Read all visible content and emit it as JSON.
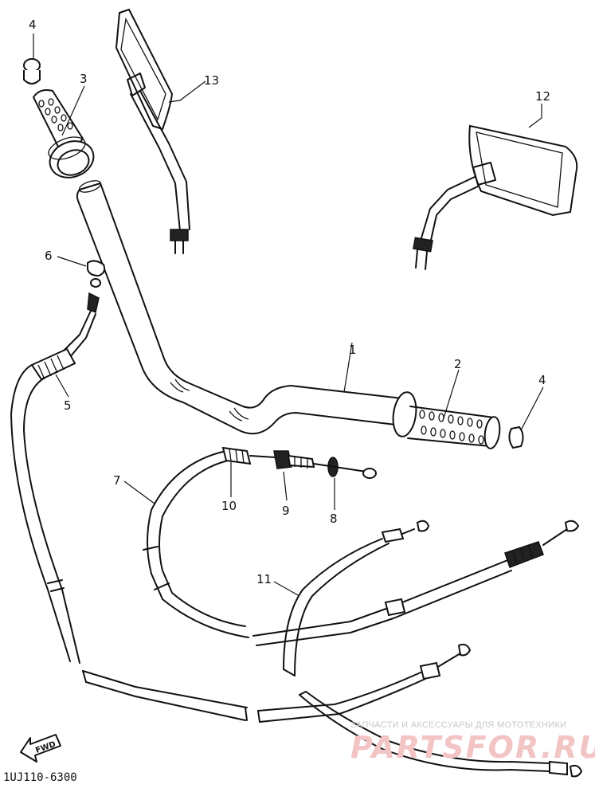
{
  "diagram": {
    "callouts": [
      {
        "id": "c1",
        "text": "1"
      },
      {
        "id": "c2",
        "text": "2"
      },
      {
        "id": "c3",
        "text": "3"
      },
      {
        "id": "c4a",
        "text": "4"
      },
      {
        "id": "c4b",
        "text": "4"
      },
      {
        "id": "c5",
        "text": "5"
      },
      {
        "id": "c6",
        "text": "6"
      },
      {
        "id": "c7",
        "text": "7"
      },
      {
        "id": "c8",
        "text": "8"
      },
      {
        "id": "c9",
        "text": "9"
      },
      {
        "id": "c10",
        "text": "10"
      },
      {
        "id": "c11",
        "text": "11"
      },
      {
        "id": "c12",
        "text": "12"
      },
      {
        "id": "c13",
        "text": "13"
      }
    ],
    "diagram_code": "1UJ110-6300",
    "fwd_label": "FWD"
  },
  "watermark": {
    "subtitle": "ЗАПЧАСТИ И АКСЕССУАРЫ ДЛЯ МОТОТЕХНИКИ",
    "logo": "PARTSFOR.RU"
  }
}
